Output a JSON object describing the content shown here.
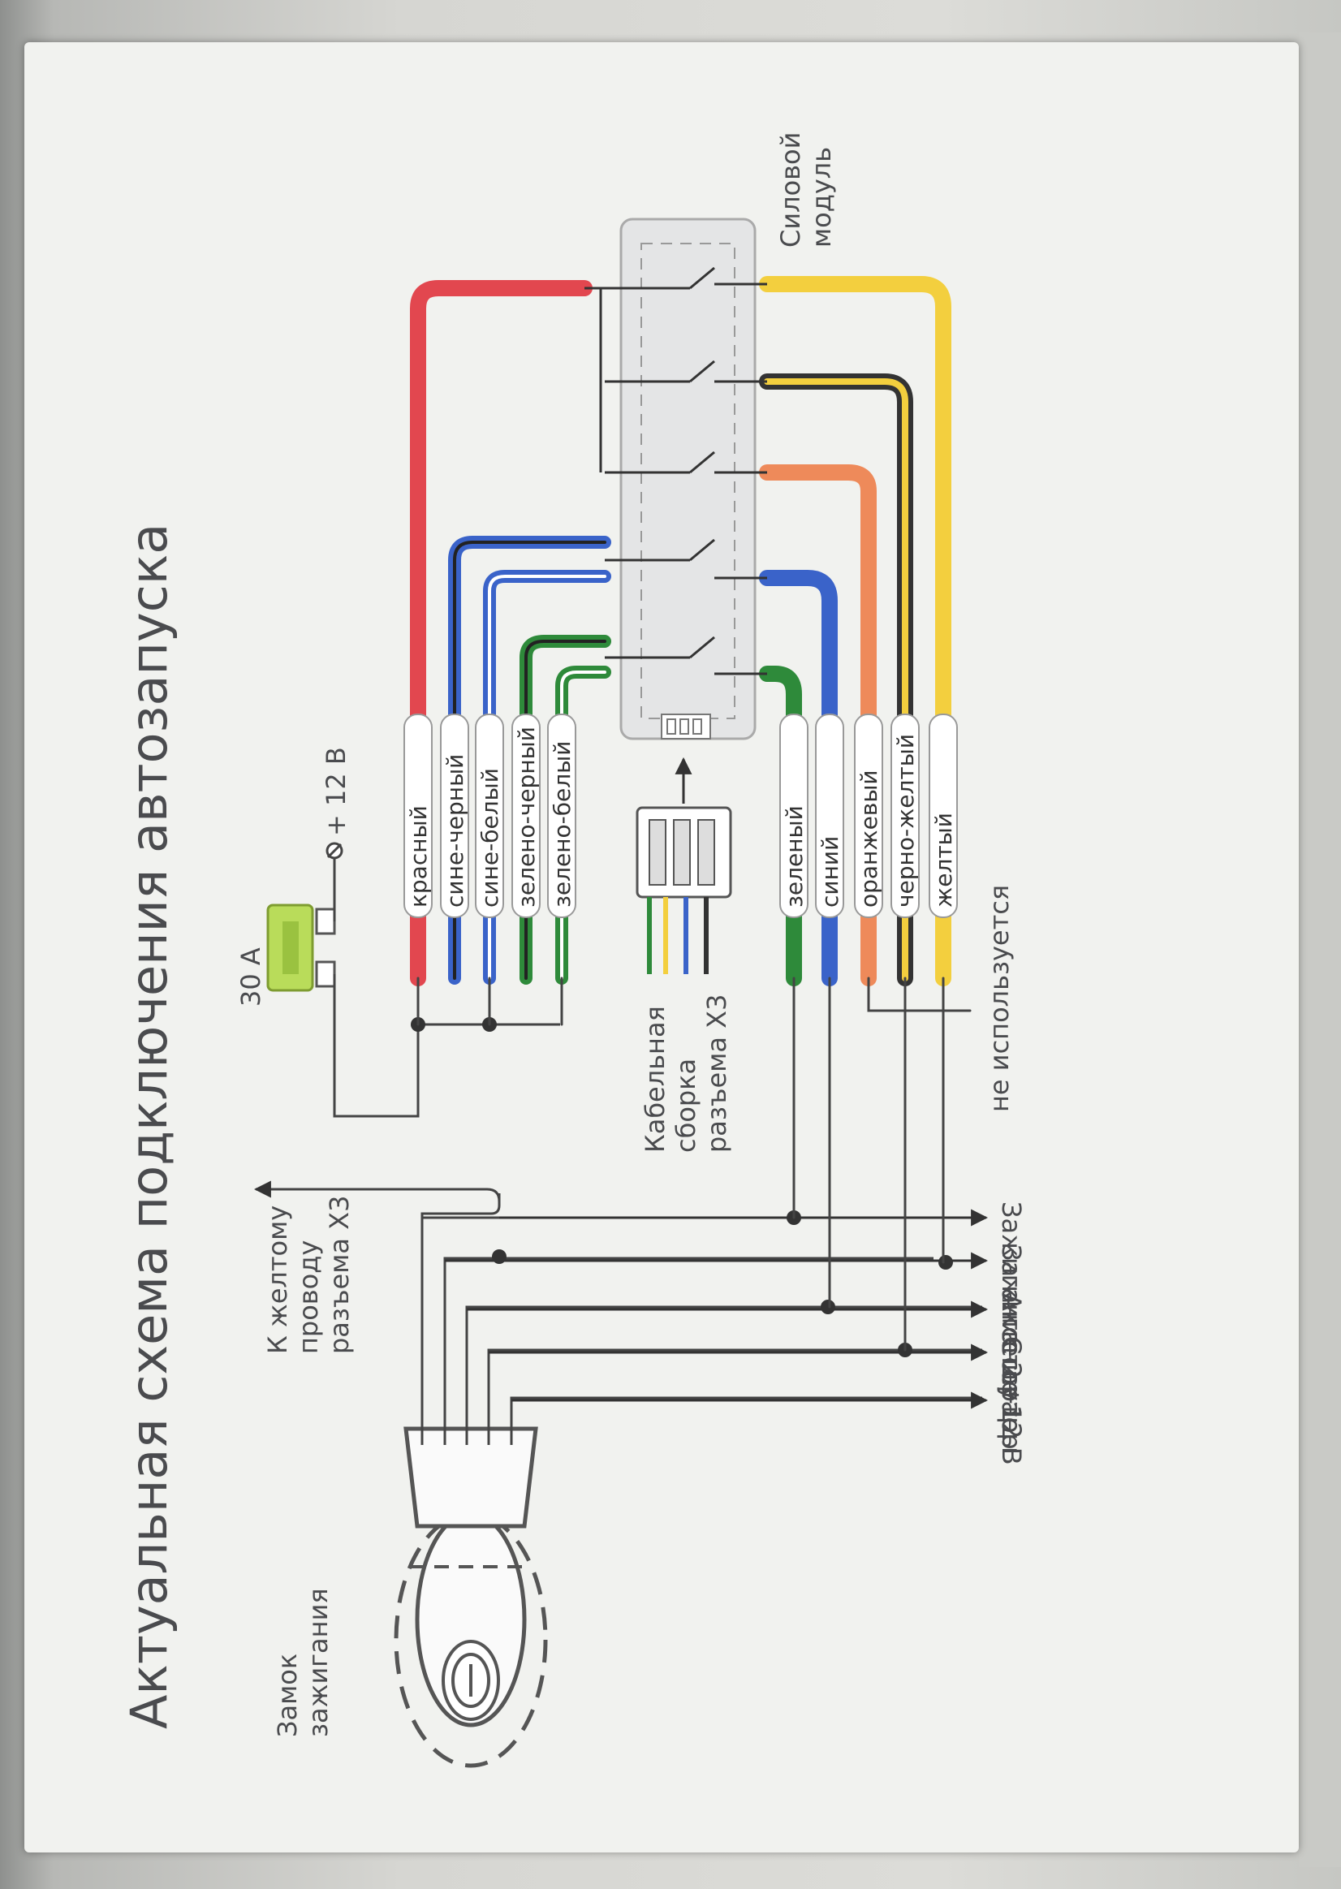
{
  "title": "Актуальная схема подключения автозапуска",
  "ignition_lock_label": [
    "Замок",
    "зажигания"
  ],
  "yellow_x3_note": [
    "К желтому",
    "проводу",
    "разъема Х3"
  ],
  "fuse_label": "30 А",
  "plus12_label": "+ 12 В",
  "cable_assembly_label": [
    "Кабельная",
    "сборка",
    "разъема Х3"
  ],
  "power_module_label": [
    "Силовой",
    "модуль"
  ],
  "not_used_label": "не используется",
  "wire_tags_top": [
    "красный",
    "сине-черный",
    "сине-белый",
    "зелено-черный",
    "зелено-белый"
  ],
  "wire_tags_bottom": [
    "зеленый",
    "синий",
    "оранжевый",
    "черно-желтый",
    "желтый"
  ],
  "ignition_outputs": [
    "Зажигание 2",
    "Зажигание 1",
    "Аксессуары",
    "Стартер",
    "+12 В"
  ],
  "colors": {
    "red": "#e2474f",
    "blue": "#3a63c9",
    "green": "#2e8a3a",
    "orange": "#ee8a5a",
    "yellow": "#f3cf3e",
    "black": "#333333",
    "fuse": "#b9dc5a",
    "module": "#e4e5e6"
  }
}
